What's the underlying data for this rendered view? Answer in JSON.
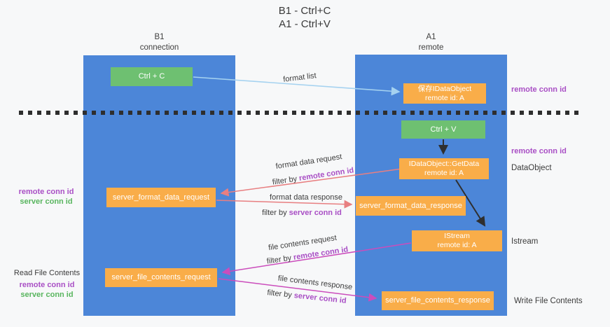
{
  "title": {
    "line1": "B1 - Ctrl+C",
    "line2": "A1 - Ctrl+V"
  },
  "lanes": {
    "left": {
      "title": "B1",
      "subtitle": "connection"
    },
    "right": {
      "title": "A1",
      "subtitle": "remote"
    }
  },
  "nodes": {
    "ctrl_c": {
      "label": "Ctrl + C"
    },
    "ctrl_v": {
      "label": "Ctrl + V"
    },
    "save_idataobject": {
      "line1": "保存IDataObject",
      "line2": "remote id: A"
    },
    "idataobject_getdata": {
      "line1": "IDataObject::GetData",
      "line2": "remote id: A"
    },
    "istream_node": {
      "line1": "IStream",
      "line2": "remote id: A"
    },
    "server_format_data_request": {
      "label": "server_format_data_request"
    },
    "server_format_data_response": {
      "label": "server_format_data_response"
    },
    "server_file_contents_request": {
      "label": "server_file_contents_request"
    },
    "server_file_contents_response": {
      "label": "server_file_contents_response"
    }
  },
  "edges": {
    "format_list": {
      "label": "format list"
    },
    "format_data_request": {
      "label": "format data request",
      "filter_prefix": "filter by",
      "filter_key": "remote conn id"
    },
    "format_data_response": {
      "label": "format data response",
      "filter_prefix": "filter by",
      "filter_key": "server conn id"
    },
    "file_contents_request": {
      "label": "file contents request",
      "filter_prefix": "filter by",
      "filter_key": "remote conn id"
    },
    "file_contents_response": {
      "label": "file contents response",
      "filter_prefix": "filter by",
      "filter_key": "server conn id"
    }
  },
  "annotations": {
    "right_remote_conn_id_top": "remote conn id",
    "right_remote_conn_id_mid": "remote conn id",
    "dataobject": "DataObject",
    "istream": "Istream",
    "write_file_contents": "Write File Contents",
    "read_file_contents": "Read File Contents",
    "left_remote_conn_id_top": "remote conn id",
    "left_server_conn_id_top": "server conn id",
    "left_remote_conn_id_bottom": "remote conn id",
    "left_server_conn_id_bottom": "server conn id"
  },
  "colors": {
    "lane_blue": "#4c86d8",
    "node_orange": "#f9ad49",
    "node_green": "#6ec071",
    "arrow_light_blue": "#a5d2f0",
    "arrow_salmon": "#e87f81",
    "arrow_magenta": "#cb4dbc",
    "arrow_black": "#2f2f2f",
    "text_purple": "#a94fc5",
    "text_green": "#58b55e",
    "background": "#f7f8f9"
  }
}
